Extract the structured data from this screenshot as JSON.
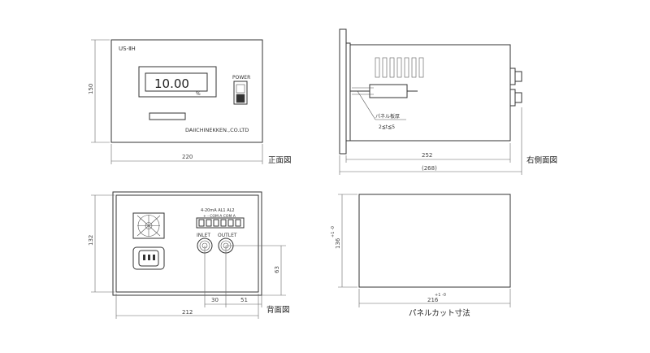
{
  "views": {
    "front": {
      "model": "US-ⅡH",
      "display_value": "10.00",
      "display_unit": "%",
      "power_label": "POWER",
      "maker": "DAIICHINEKKEN.,CO.LTD",
      "dim_width": "220",
      "dim_height": "150",
      "view_label": "正面図"
    },
    "side": {
      "dim_depth": "252",
      "dim_total": "(268)",
      "panel_note_1": "パネル板厚",
      "panel_note_2": "2≦t≦5",
      "view_label": "右側面図"
    },
    "back": {
      "terminal_labels": "4-20mA  AL1  AL2",
      "terminal_sub": "+  -  COM  A  COM  A",
      "inlet_label": "INLET",
      "outlet_label": "OUTLET",
      "dim_width": "212",
      "dim_height": "132",
      "dim_30": "30",
      "dim_51": "51",
      "dim_63": "63",
      "view_label": "背面図"
    },
    "cutout": {
      "dim_width_main": "216",
      "dim_width_tol": "+1\n-0",
      "dim_height_main": "136",
      "dim_height_tol": "+1\n-0",
      "view_label": "パネルカット寸法"
    }
  },
  "colors": {
    "line": "#333333",
    "background": "#ffffff"
  }
}
